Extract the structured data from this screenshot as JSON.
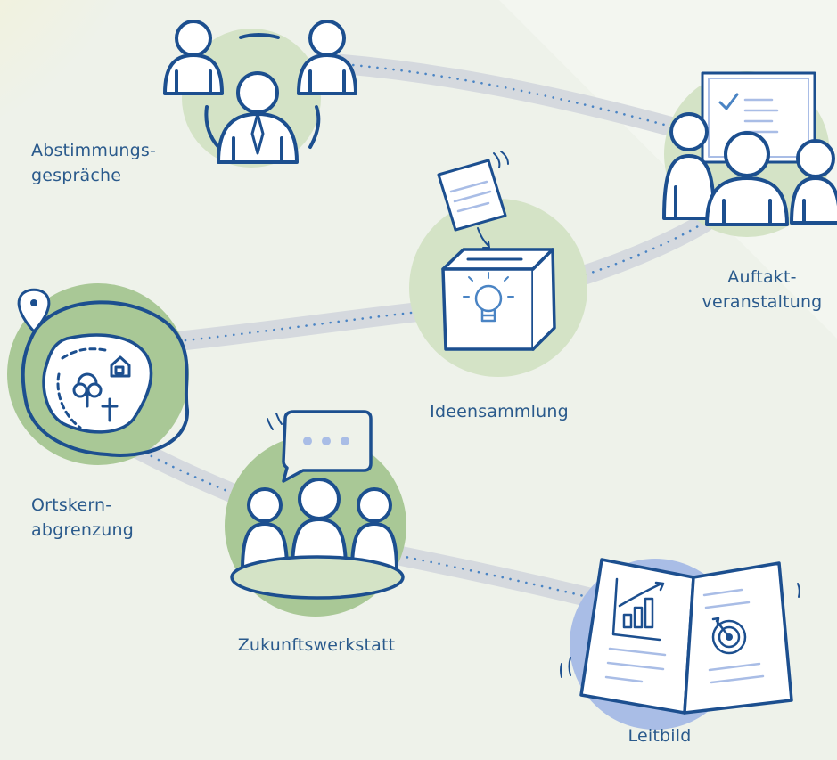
{
  "process_diagram": {
    "stations": [
      {
        "id": "abstimmung",
        "lines": [
          "Abstimmungs-",
          "gespräche"
        ]
      },
      {
        "id": "auftakt",
        "lines": [
          "Auftakt-",
          "veranstaltung"
        ]
      },
      {
        "id": "ideen",
        "lines": [
          "Ideensammlung"
        ]
      },
      {
        "id": "ortskern",
        "lines": [
          "Ortskern-",
          "abgrenzung"
        ]
      },
      {
        "id": "zukunft",
        "lines": [
          "Zukunftswerkstatt"
        ]
      },
      {
        "id": "leitbild",
        "lines": [
          "Leitbild"
        ]
      }
    ]
  },
  "colors": {
    "background": "#eef2ea",
    "path": "#d5d9de",
    "path_dots": "#4a84c4",
    "circle_green": "#d4e3c6",
    "circle_green_dark": "#a9c896",
    "circle_blue": "#a9bde6",
    "ink": "#1c4f8f",
    "label": "#2a5a8c",
    "corner_glow": "#f6f1c8"
  }
}
